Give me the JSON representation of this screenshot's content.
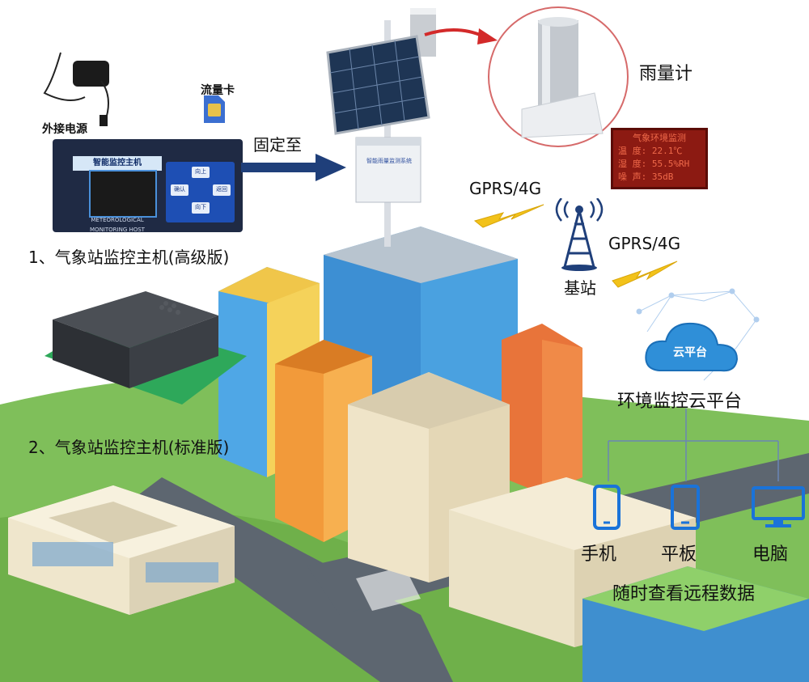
{
  "labels": {
    "rain_gauge": "雨量计",
    "power": "外接电源",
    "sim_card": "流量卡",
    "fix_to": "固定至",
    "host_advanced": "1、气象站监控主机(高级版)",
    "host_standard": "2、气象站监控主机(标准版)",
    "gprs_top": "GPRS/4G",
    "gprs_bottom": "GPRS/4G",
    "base_station": "基站",
    "cloud_badge": "云平台",
    "cloud_platform": "环境监控云平台",
    "phone": "手机",
    "tablet": "平板",
    "computer": "电脑",
    "remote_view": "随时查看远程数据"
  },
  "device": {
    "title": "智能监控主机",
    "footer": "METEOROLOGICAL MONITORING HOST",
    "keys": [
      "向上",
      "确认",
      "返回",
      "向下"
    ],
    "box_label": "智能雨量监测系统"
  },
  "led_display": {
    "title": "气象环境监测",
    "rows": [
      "温  度: 22.1℃",
      "湿  度: 55.5%RH",
      "噪  声: 35dB"
    ]
  },
  "colors": {
    "arrow_blue": "#1f3f7a",
    "arrow_red": "#d32a2a",
    "grass": "#7fbf5a",
    "lightning": "#f2c21a",
    "cloud": "#2f8fd8",
    "device_blue": "#1e4fb4"
  }
}
